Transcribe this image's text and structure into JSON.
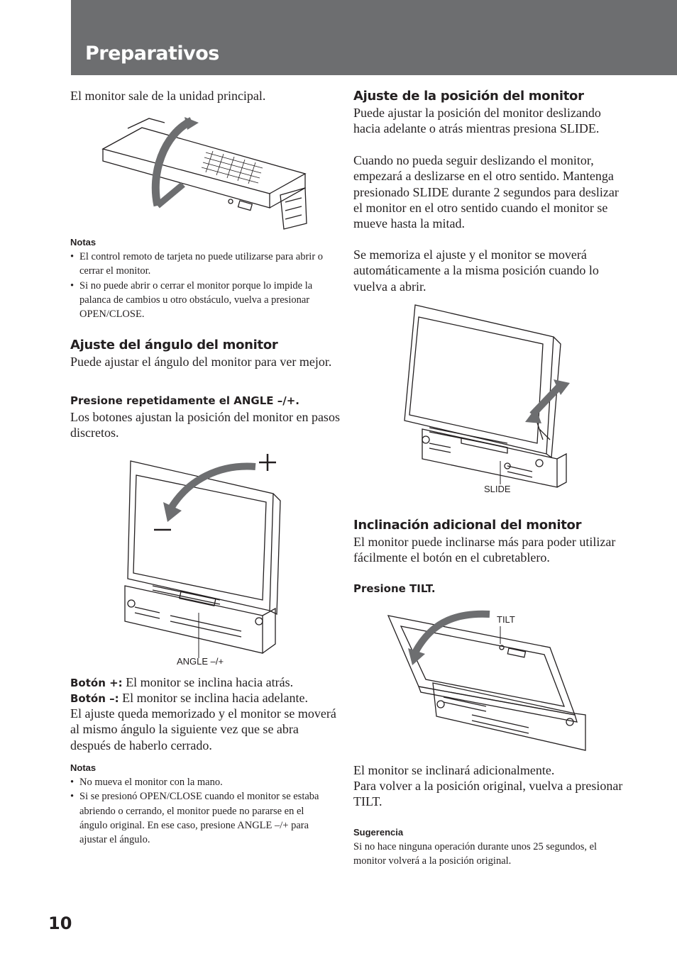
{
  "header": {
    "title": "Preparativos"
  },
  "left": {
    "intro": "El monitor sale de la unidad principal.",
    "notes1": {
      "heading": "Notas",
      "items": [
        "El control remoto de tarjeta no puede utilizarse para abrir o cerrar el monitor.",
        "Si no puede abrir o cerrar el monitor porque lo impide la palanca de cambios u otro obstáculo, vuelva a presionar OPEN/CLOSE."
      ]
    },
    "angle_section": {
      "heading": "Ajuste del ángulo del monitor",
      "body": "Puede ajustar el ángulo del monitor para ver mejor.",
      "step": "Presione repetidamente el ANGLE –/+.",
      "step_body": "Los botones ajustan la posición del monitor en pasos discretos.",
      "fig_label": "ANGLE –/+",
      "plus_label": "Botón +:",
      "plus_text": "El monitor se inclina hacia atrás.",
      "minus_label": "Botón –:",
      "minus_text": "El monitor se inclina hacia adelante.",
      "memo": "El ajuste queda memorizado y el monitor se moverá al mismo ángulo la siguiente vez que se abra después de haberlo cerrado."
    },
    "notes2": {
      "heading": "Notas",
      "items": [
        "No mueva el monitor con la mano.",
        "Si se presionó OPEN/CLOSE cuando el monitor se estaba abriendo o cerrando, el monitor puede no pararse en el ángulo original. En ese caso, presione ANGLE –/+ para ajustar el ángulo."
      ]
    }
  },
  "right": {
    "position_section": {
      "heading": "Ajuste de la posición del monitor",
      "p1": "Puede ajustar la posición del monitor deslizando hacia adelante o atrás mientras presiona SLIDE.",
      "p2": "Cuando no pueda seguir deslizando el monitor, empezará a deslizarse en el otro sentido. Mantenga presionado SLIDE durante 2 segundos para deslizar el monitor en el otro sentido cuando el monitor se mueve hasta la mitad.",
      "p3": "Se memoriza el ajuste y el monitor se moverá automáticamente a la misma posición cuando lo vuelva a abrir.",
      "fig_label": "SLIDE"
    },
    "tilt_section": {
      "heading": "Inclinación adicional del monitor",
      "body": "El monitor puede inclinarse más para poder utilizar fácilmente el botón en el cubretablero.",
      "step": "Presione TILT.",
      "fig_label": "TILT",
      "after1": "El monitor se inclinará adicionalmente.",
      "after2": "Para volver a la posición original, vuelva a presionar TILT."
    },
    "tip": {
      "heading": "Sugerencia",
      "text": "Si no hace ninguna operación durante unos 25 segundos, el monitor volverá a la posición original."
    }
  },
  "page_number": "10"
}
